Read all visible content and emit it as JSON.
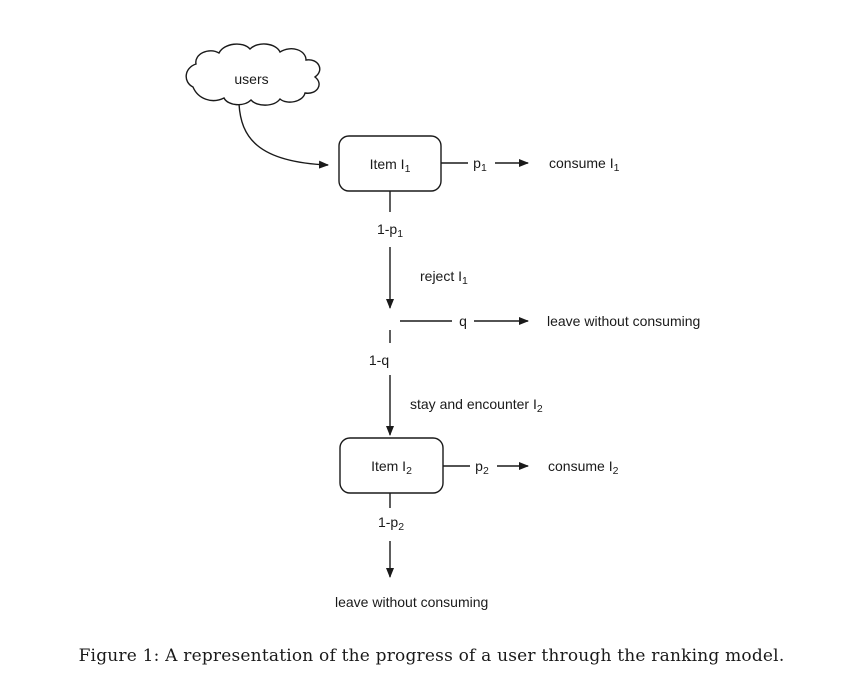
{
  "figure": {
    "cloud": {
      "label": "users"
    },
    "nodes": {
      "item1": {
        "text": "Item I",
        "sub": "1"
      },
      "item2": {
        "text": "Item I",
        "sub": "2"
      }
    },
    "labels": {
      "p1": {
        "text": "p",
        "sub": "1"
      },
      "consume1": {
        "text": "consume I",
        "sub": "1"
      },
      "one_minus_p1": {
        "text": "1-p",
        "sub": "1"
      },
      "reject1": {
        "text": "reject I",
        "sub": "1"
      },
      "q": {
        "text": "q"
      },
      "leave_after_q": {
        "text": "leave without consuming"
      },
      "one_minus_q": {
        "text": "1-q"
      },
      "stay": {
        "text": "stay and encounter I",
        "sub": "2"
      },
      "p2": {
        "text": "p",
        "sub": "2"
      },
      "consume2": {
        "text": "consume I",
        "sub": "2"
      },
      "one_minus_p2": {
        "text": "1-p",
        "sub": "2"
      },
      "leave_bottom": {
        "text": "leave without consuming"
      }
    }
  },
  "caption": "Figure 1: A representation of the progress of a user through the ranking model.",
  "colors": {
    "ink": "#1a1a1a",
    "background": "#ffffff"
  }
}
